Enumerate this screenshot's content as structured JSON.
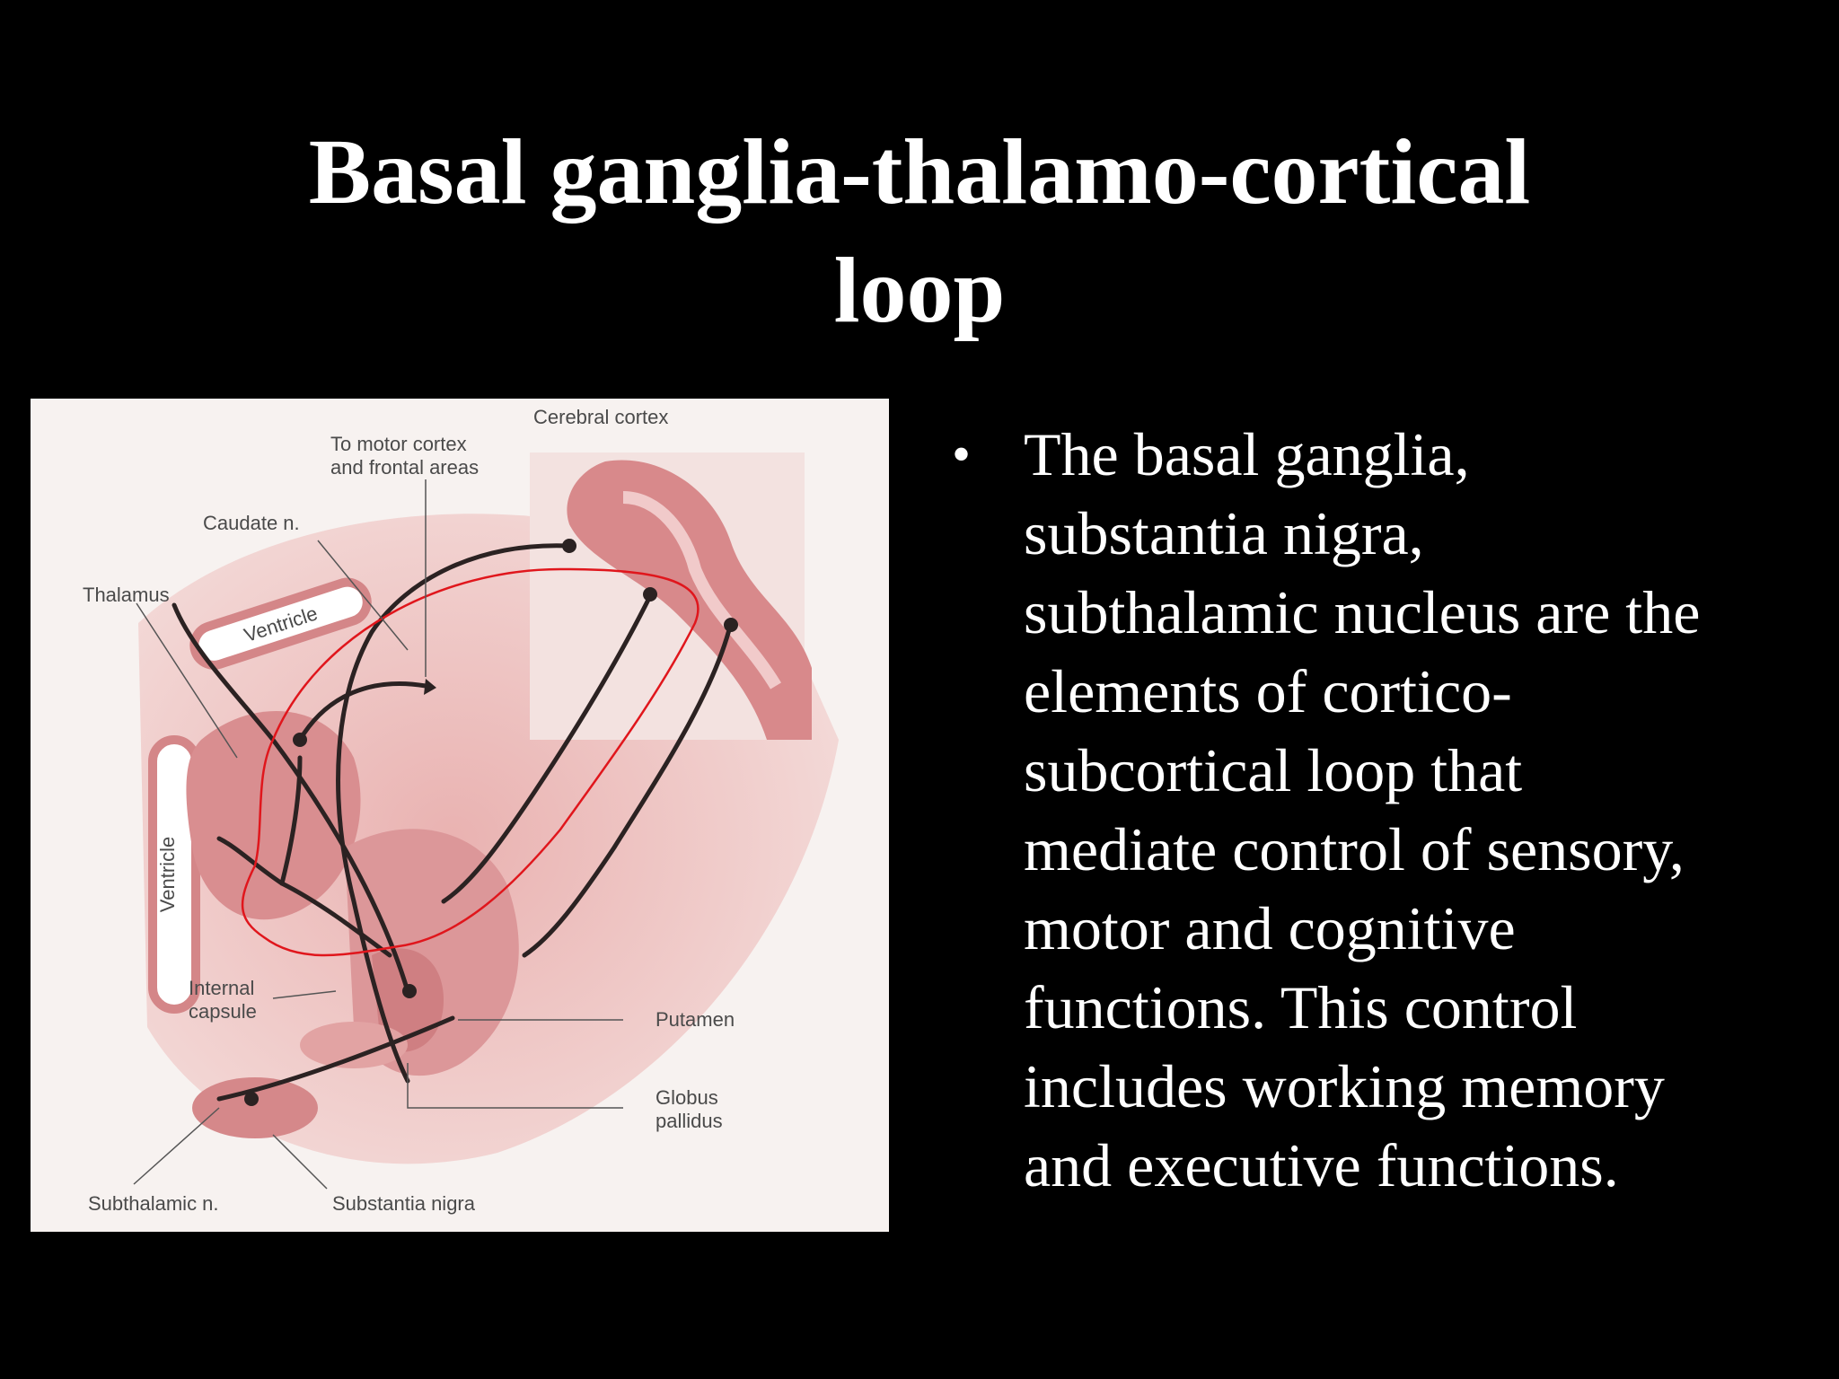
{
  "slide": {
    "title_lines": [
      "Basal ganglia-thalamo-cortical",
      "loop"
    ],
    "bullet": {
      "marker": "•",
      "lines": [
        "The basal ganglia,",
        "substantia nigra,",
        "subthalamic nucleus are the",
        "elements of cortico-",
        "subcortical loop that",
        "mediate control of sensory,",
        "motor and cognitive",
        "functions.  This control",
        "includes working memory",
        "and executive functions."
      ]
    }
  },
  "figure": {
    "labels": {
      "cerebral_cortex": "Cerebral cortex",
      "to_motor_cortex_1": "To motor cortex",
      "to_motor_cortex_2": "and frontal areas",
      "caudate": "Caudate n.",
      "thalamus": "Thalamus",
      "ventricle_top": "Ventricle",
      "ventricle_side": "Ventricle",
      "internal_capsule_1": "Internal",
      "internal_capsule_2": "capsule",
      "putamen": "Putamen",
      "globus_1": "Globus",
      "globus_2": "pallidus",
      "subthalamic": "Subthalamic n.",
      "substantia_nigra": "Substantia nigra"
    },
    "colors": {
      "tissue": "#d9898c",
      "tissue_light": "#eab4b3",
      "background": "#f6f1ef",
      "pathway": "#2b2222",
      "highlight_loop": "#e0161c"
    }
  }
}
